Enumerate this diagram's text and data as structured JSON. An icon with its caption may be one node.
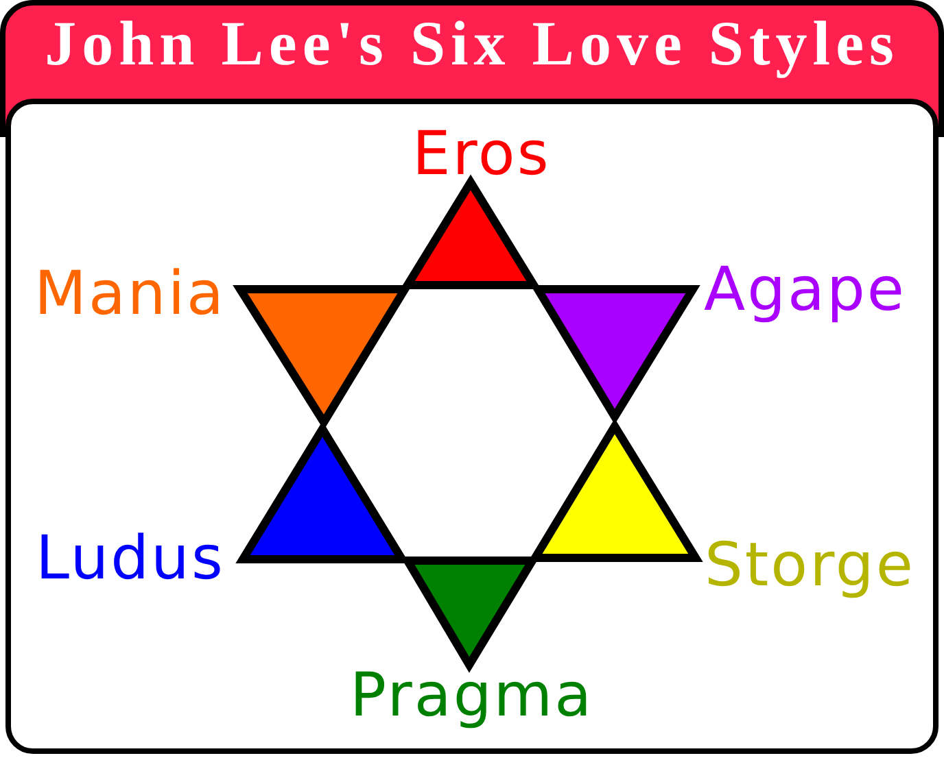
{
  "diagram": {
    "title": "John Lee's Six Love Styles",
    "nodes": [
      {
        "text": [
          "Eros"
        ]
      },
      {
        "text": [
          "Mania"
        ]
      },
      {
        "text": [
          "Agape"
        ]
      },
      {
        "text": [
          "Ludus"
        ]
      },
      {
        "text": [
          "Storge"
        ]
      },
      {
        "text": [
          "Pragma"
        ]
      }
    ]
  }
}
